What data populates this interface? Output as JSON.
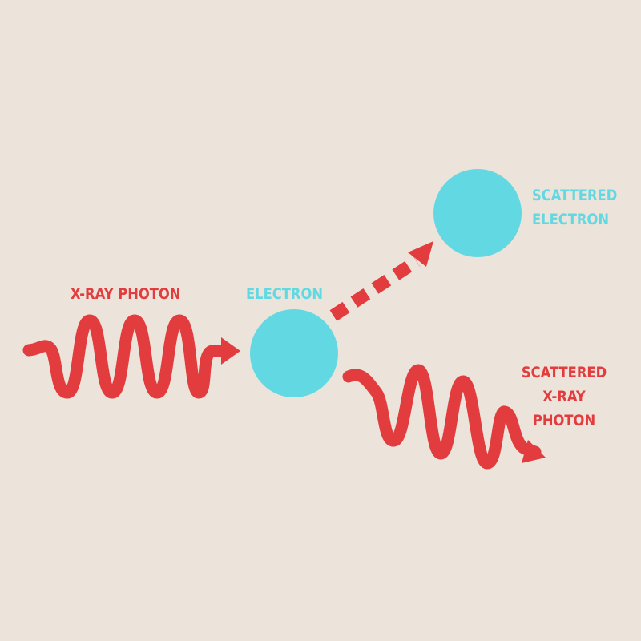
{
  "colors": {
    "background": "#ece3da",
    "photon": "#e23c3e",
    "electron": "#62d9e2"
  },
  "labels": {
    "incoming_photon": "X-RAY PHOTON",
    "electron": "ELECTRON",
    "scattered_electron": [
      "SCATTERED",
      "ELECTRON"
    ],
    "scattered_photon": [
      "SCATTERED",
      "X-RAY",
      "PHOTON"
    ]
  }
}
